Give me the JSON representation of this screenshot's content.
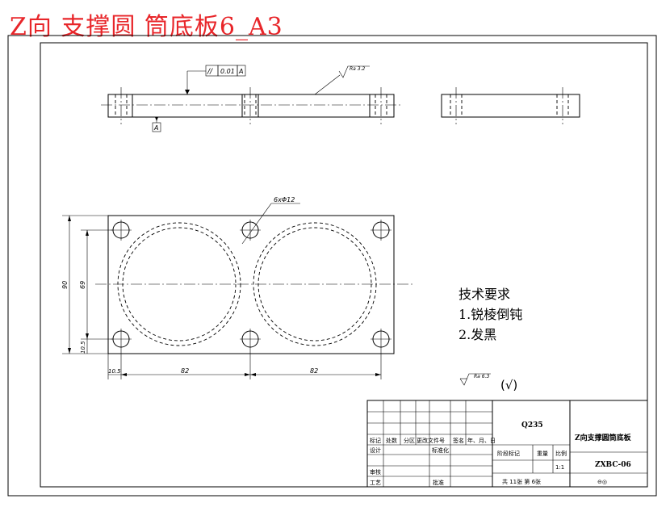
{
  "sheet_title": "Z向 支撑圆 筒底板6_A3",
  "annotations": {
    "parallelism_symbol": "//",
    "parallelism_tolerance": "0.01",
    "parallelism_datum": "A",
    "datum_label": "A",
    "roughness_top": "Ra 3.2",
    "hole_callout": "6xΦ12",
    "roughness_general": "Ra 6.3",
    "roughness_other": "(√)"
  },
  "dimensions": {
    "overall_height": "90",
    "hole_spacing_vertical": "69",
    "edge_offset_vertical": "10.5",
    "edge_offset_horizontal": "10.5",
    "hole_spacing_left": "82",
    "hole_spacing_right": "82"
  },
  "tech_requirements": {
    "heading": "技术要求",
    "items": [
      "1.锐棱倒钝",
      "2.发黑"
    ]
  },
  "title_block": {
    "material": "Q235",
    "part_name": "Z向支撑圆筒底板",
    "drawing_number": "ZXBC-06",
    "row_labels": [
      "标记",
      "处数",
      "分区",
      "更改文件号",
      "签名",
      "年、月、日"
    ],
    "designer_label": "设计",
    "standardization_label": "标准化",
    "reviewer_label": "审核",
    "process_label": "工艺",
    "approve_label": "批准",
    "stage_label": "阶段标记",
    "weight_label": "重量",
    "scale_label": "比例",
    "scale_value": "1:1",
    "sheet_info": "共 11张  第 6张",
    "projection_symbol": "⊖◎"
  }
}
